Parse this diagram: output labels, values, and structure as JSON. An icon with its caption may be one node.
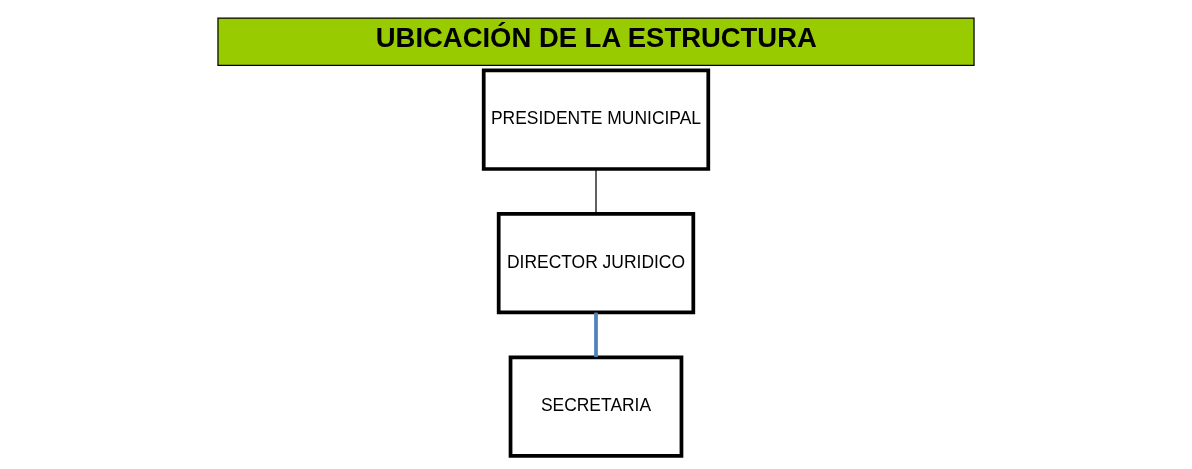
{
  "diagram": {
    "title": "UBICACIÓN DE LA ESTRUCTURA",
    "nodes": [
      {
        "text": [
          "PRESIDENTE MUNICIPAL"
        ]
      },
      {
        "text": [
          "DIRECTOR JURIDICO"
        ]
      },
      {
        "text": [
          "SECRETARIA"
        ]
      }
    ],
    "edges": [
      {
        "from": 0,
        "to": 1,
        "arrow": "none"
      },
      {
        "from": 1,
        "to": 2,
        "arrow": "none",
        "style": "thick",
        "color": "#4f81bd"
      }
    ]
  }
}
